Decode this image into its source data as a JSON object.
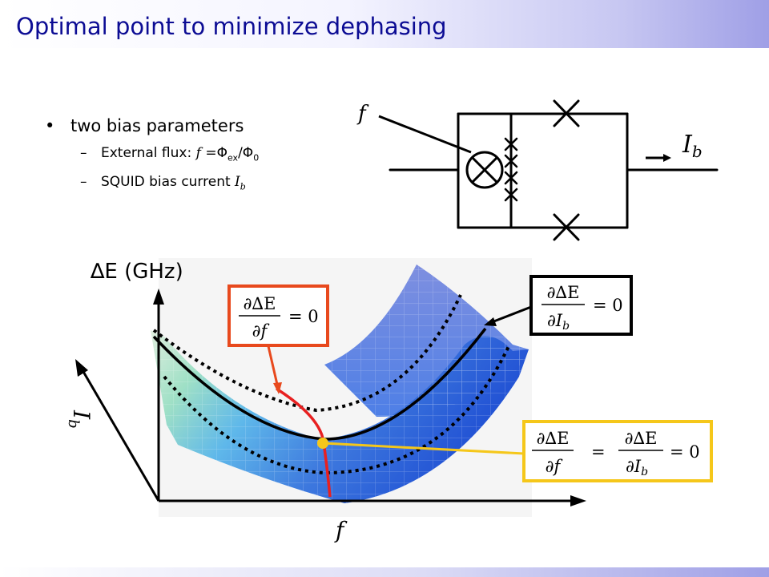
{
  "slide": {
    "title": "Optimal point to minimize dephasing",
    "bullet_main": "two bias parameters",
    "sub1_prefix": "External flux: ",
    "sub1_var": "f",
    "sub1_eq": " =",
    "sub1_phi": "Φ",
    "sub1_ex": "ex",
    "sub1_slash": "/",
    "sub1_zero": "0",
    "sub2_prefix": "SQUID bias current ",
    "sub2_var": "I",
    "sub2_sub": "b"
  },
  "circuit": {
    "flux_label": "f",
    "current_label": "I",
    "current_sub": "b"
  },
  "plot": {
    "z_label": "∆E (GHz)",
    "y_label": "I",
    "y_sub": "b",
    "x_label": "f"
  },
  "boxes": {
    "box1": {
      "color": "#e8491d",
      "num": "∂∆E",
      "den": "∂f",
      "rhs": "= 0"
    },
    "box2": {
      "color": "#000000",
      "num": "∂∆E",
      "den": "∂I",
      "den_sub": "b",
      "rhs": "= 0"
    },
    "box3": {
      "color": "#f5c71a",
      "num1": "∂∆E",
      "den1": "∂f",
      "mid": "=",
      "num2": "∂∆E",
      "den2": "∂I",
      "den2_sub": "b",
      "rhs": "= 0"
    }
  }
}
